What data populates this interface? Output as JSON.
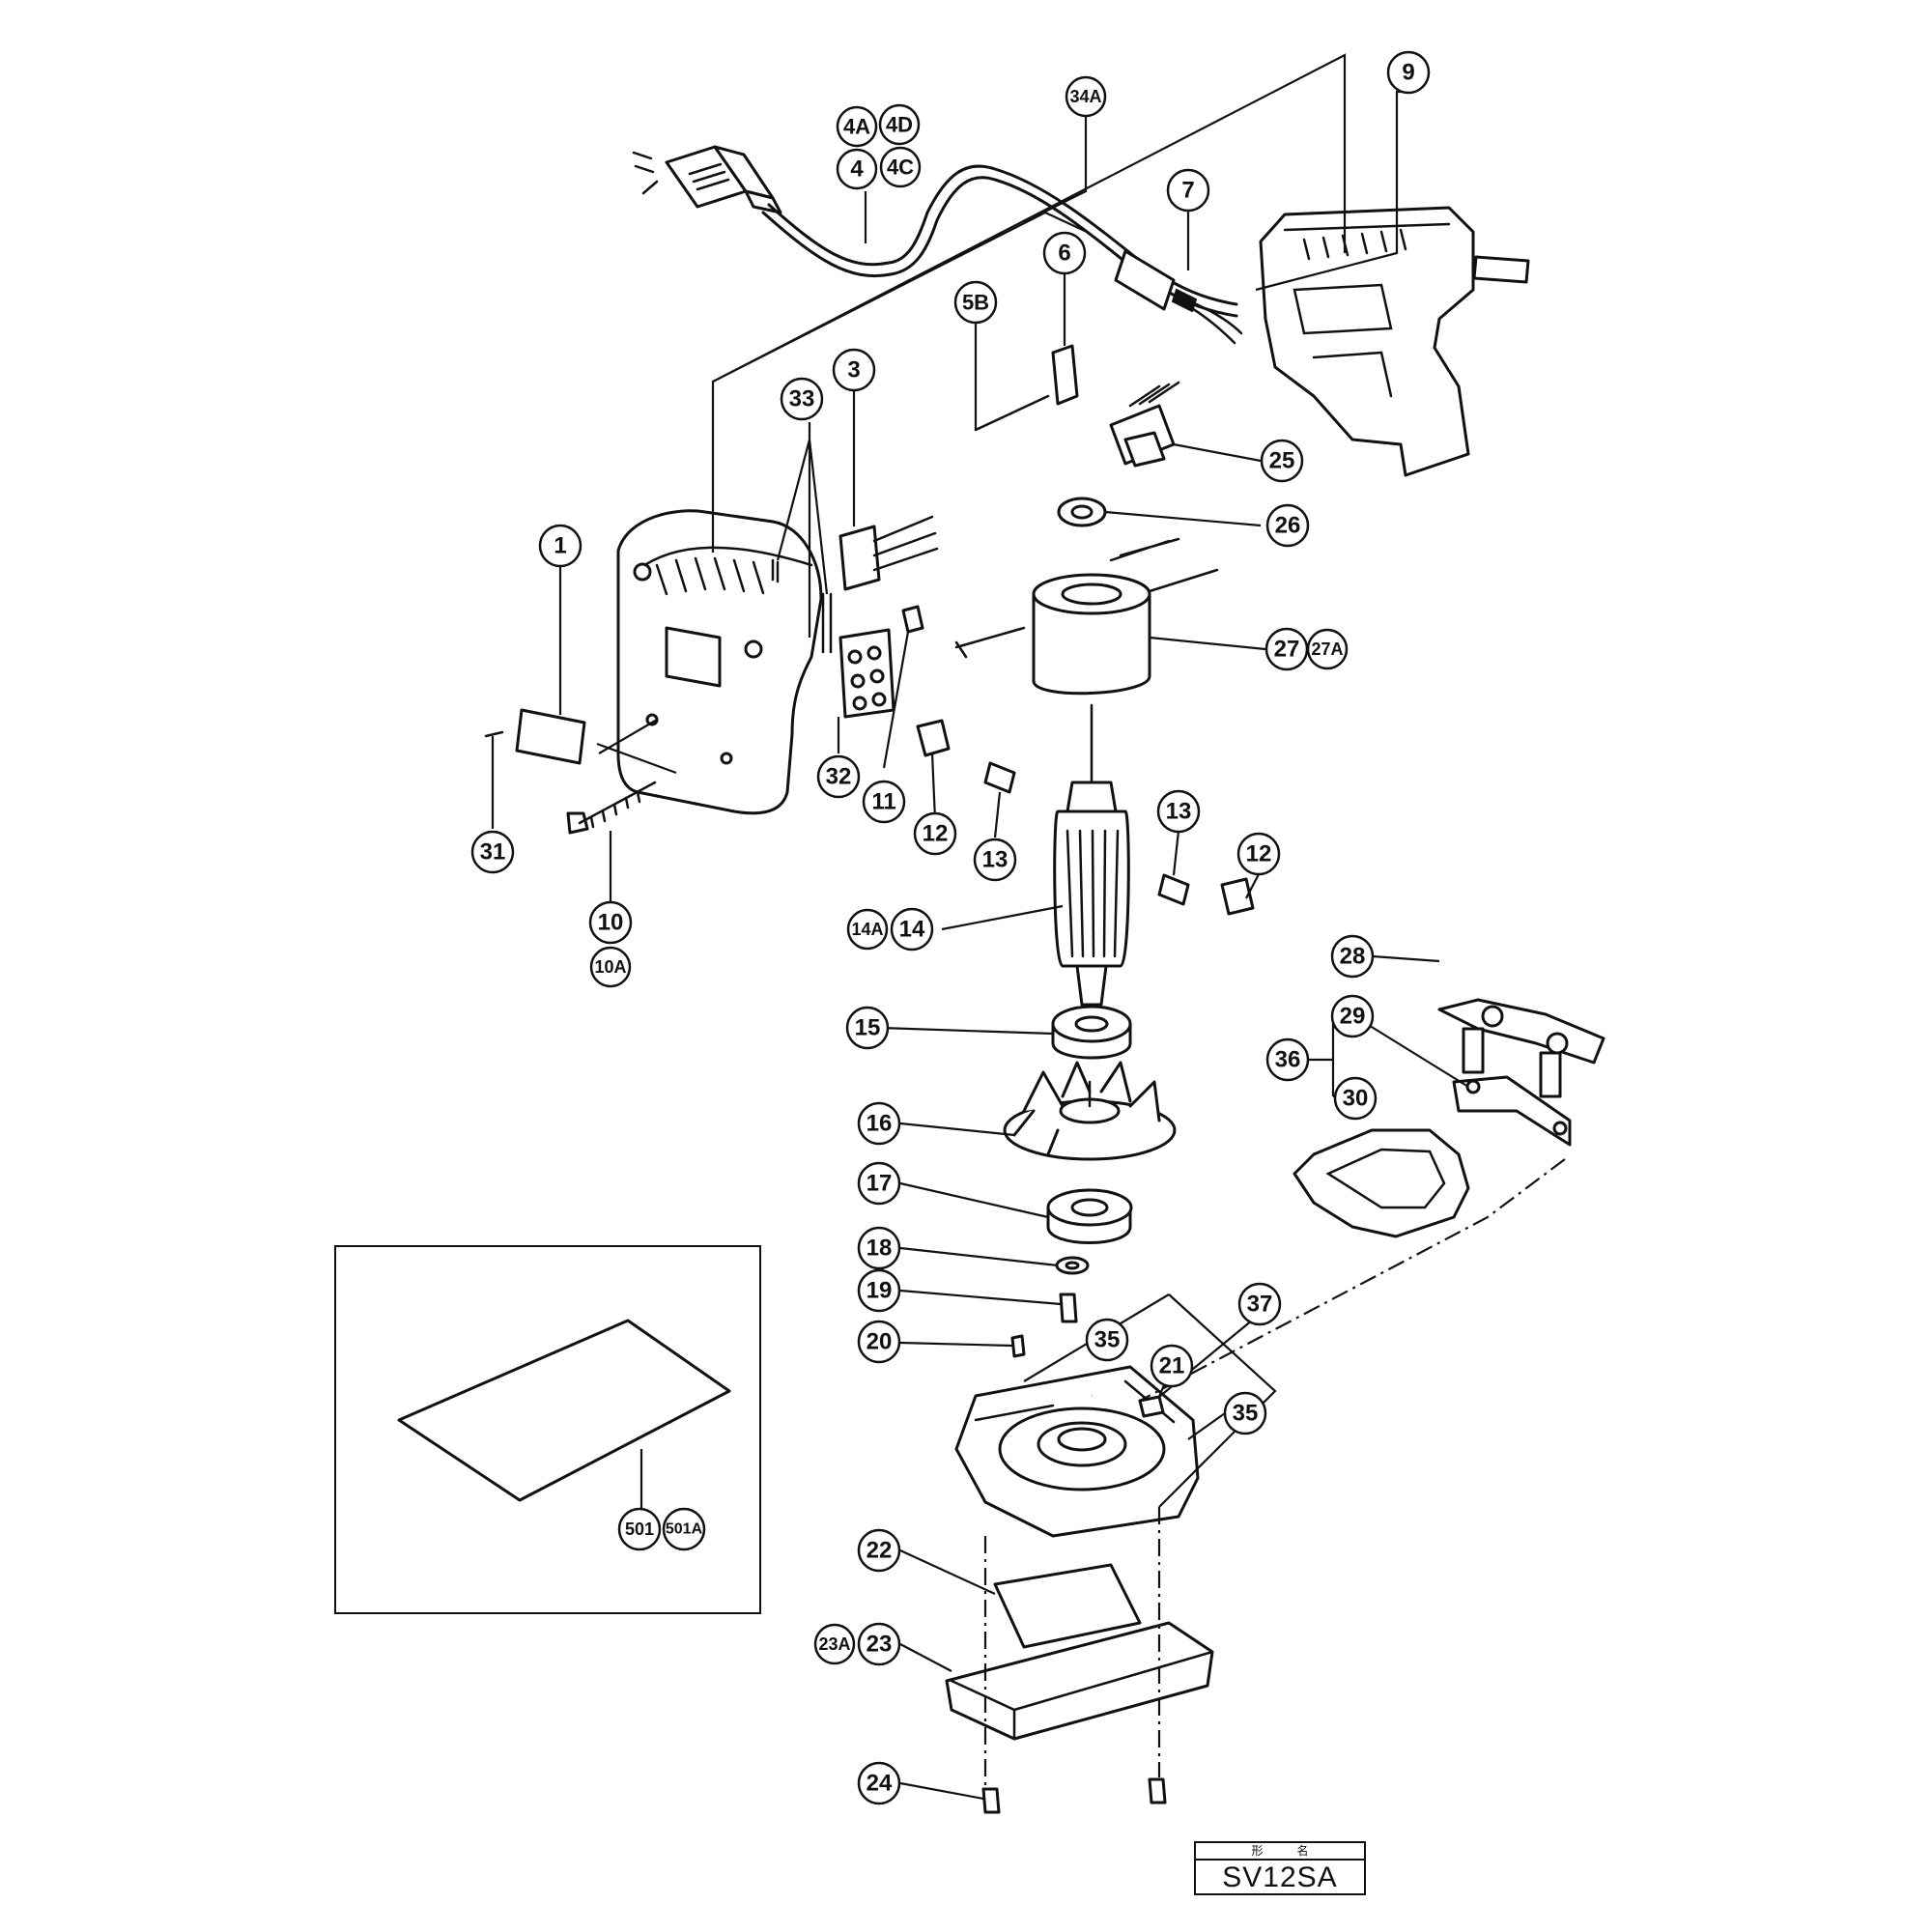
{
  "diagram": {
    "callouts": [
      {
        "id": "c-4A",
        "label": "4A"
      },
      {
        "id": "c-4D",
        "label": "4D"
      },
      {
        "id": "c-4",
        "label": "4"
      },
      {
        "id": "c-4C",
        "label": "4C"
      },
      {
        "id": "c-34A",
        "label": "34A"
      },
      {
        "id": "c-9",
        "label": "9"
      },
      {
        "id": "c-7",
        "label": "7"
      },
      {
        "id": "c-6",
        "label": "6"
      },
      {
        "id": "c-5B",
        "label": "5B"
      },
      {
        "id": "c-3",
        "label": "3"
      },
      {
        "id": "c-33",
        "label": "33"
      },
      {
        "id": "c-25",
        "label": "25"
      },
      {
        "id": "c-26",
        "label": "26"
      },
      {
        "id": "c-1",
        "label": "1"
      },
      {
        "id": "c-27",
        "label": "27"
      },
      {
        "id": "c-27A",
        "label": "27A"
      },
      {
        "id": "c-31",
        "label": "31"
      },
      {
        "id": "c-32",
        "label": "32"
      },
      {
        "id": "c-11",
        "label": "11"
      },
      {
        "id": "c-12a",
        "label": "12"
      },
      {
        "id": "c-13a",
        "label": "13"
      },
      {
        "id": "c-13b",
        "label": "13"
      },
      {
        "id": "c-12b",
        "label": "12"
      },
      {
        "id": "c-10",
        "label": "10"
      },
      {
        "id": "c-10A",
        "label": "10A"
      },
      {
        "id": "c-14A",
        "label": "14A"
      },
      {
        "id": "c-14",
        "label": "14"
      },
      {
        "id": "c-28",
        "label": "28"
      },
      {
        "id": "c-15",
        "label": "15"
      },
      {
        "id": "c-29",
        "label": "29"
      },
      {
        "id": "c-36",
        "label": "36"
      },
      {
        "id": "c-30",
        "label": "30"
      },
      {
        "id": "c-16",
        "label": "16"
      },
      {
        "id": "c-17",
        "label": "17"
      },
      {
        "id": "c-18",
        "label": "18"
      },
      {
        "id": "c-19",
        "label": "19"
      },
      {
        "id": "c-37",
        "label": "37"
      },
      {
        "id": "c-20",
        "label": "20"
      },
      {
        "id": "c-35a",
        "label": "35"
      },
      {
        "id": "c-21",
        "label": "21"
      },
      {
        "id": "c-35b",
        "label": "35"
      },
      {
        "id": "c-501",
        "label": "501"
      },
      {
        "id": "c-501A",
        "label": "501A"
      },
      {
        "id": "c-22",
        "label": "22"
      },
      {
        "id": "c-23A",
        "label": "23A"
      },
      {
        "id": "c-23",
        "label": "23"
      },
      {
        "id": "c-24",
        "label": "24"
      }
    ]
  },
  "model_box": {
    "header_left": "形",
    "header_right": "名",
    "model": "SV12SA"
  }
}
